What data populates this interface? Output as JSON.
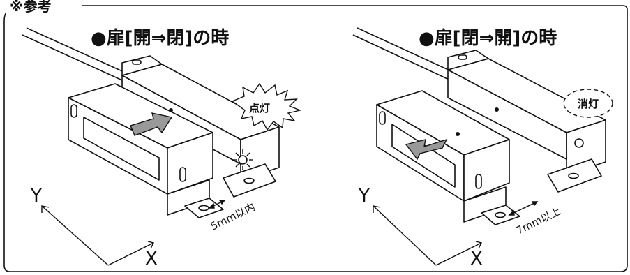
{
  "frame_label": "※参考",
  "panels": [
    {
      "heading": "●扉[開⇒閉]の時",
      "lamp_text": "点灯",
      "gap_text": "5mm以内",
      "axis_y": "Y",
      "axis_x": "X"
    },
    {
      "heading": "●扉[閉⇒開]の時",
      "lamp_text": "消灯",
      "gap_text": "7mm以上",
      "axis_y": "Y",
      "axis_x": "X"
    }
  ],
  "colors": {
    "line": "#111111",
    "arrow_fill": "#999999",
    "background": "#ffffff"
  }
}
